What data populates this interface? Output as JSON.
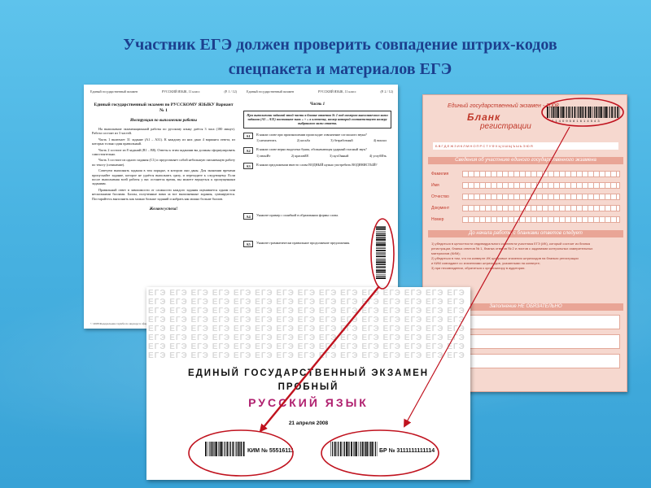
{
  "slide": {
    "title": "Участник ЕГЭ должен проверить совпадение штрих-кодов спецпакета и материалов  ЕГЭ"
  },
  "exam_document": {
    "header_left": [
      "Единый государственный экзамен",
      "РУССКИЙ ЯЗЫК, 11 класс",
      "(Р. 1 / 12)"
    ],
    "header_right": [
      "Единый государственный экзамен",
      "РУССКИЙ ЯЗЫК, 11 класс",
      "(Р. 2 / 12)"
    ],
    "title": "Единый государственный экзамен по РУССКОМУ ЯЗЫКУ Вариант № 1",
    "instructions_heading": "Инструкция по выполнению работы",
    "paragraphs": [
      "На выполнение экзаменационной работы по русскому языку даётся 3 часа (180 минут). Работа состоит из 3 частей.",
      "Часть 1 включает 31 задание (А1 – А31). К каждому из них дано 4 варианта ответа, из которых только один правильный.",
      "Часть 2 состоит из 8 заданий (В1 – В8). Ответы к этим заданиям вы должны сформулировать самостоятельно.",
      "Часть 3 состоит из одного задания (С1) и представляет собой небольшую письменную работу по тексту (сочинение).",
      "Советуем выполнять задания в том порядке, в котором они даны. Для экономии времени пропускайте задание, которое не удаётся выполнить сразу, и переходите к следующему. Если после выполнения всей работы у вас останется время, вы можете вернуться к пропущенным заданиям.",
      "Правильный ответ в зависимости от сложности каждого задания оценивается одним или несколькими баллами. Баллы, полученные вами за все выполненные задания, суммируются. Постарайтесь выполнить как можно больше заданий и набрать как можно больше баллов."
    ],
    "wish": "Желаем успеха!",
    "part_heading": "Часть 1",
    "part_instruction": "При выполнении заданий этой части в бланке ответов № 1 под номером выполняемого вами задания (А1 – А31) поставьте знак « × » в клеточку, номер которой соответствует номеру выбранного вами ответа.",
    "questions": [
      {
        "num": "А1",
        "text": "В каком слове при произношении происходит озвончение согласного звука?",
        "options": [
          "1) незаметить",
          "2) косьба",
          "3) безработный",
          "4) вокзал"
        ]
      },
      {
        "num": "А2",
        "text": "В каком слове верно выделена буква, обозначающая ударный гласный звук?",
        "options": [
          "1) звонИт",
          "2) красивЕЕ",
          "3) кухОнный",
          "4) углубИть"
        ]
      },
      {
        "num": "А3",
        "text": "В каком предложении вместо слова ВОДНЫЙ нужно употребить ВОДЯНИСТЫЙ?",
        "options": []
      },
      {
        "num": "А4",
        "text": "Укажите пример с ошибкой в образовании формы слова.",
        "options": []
      },
      {
        "num": "А5",
        "text": "Укажите грамматически правильное продолжение предложения.",
        "options": []
      }
    ],
    "footer": "© 2008 Федеральная служба по надзору в сфере образования и науки Российской Федерации"
  },
  "answer_blank": {
    "top_line": "Единый государственный экзамен - 2008",
    "title_line1": "Бланк",
    "title_line2": "регистрации",
    "barcode_number": "2 1 4 0 9 5 8 1 6 1 4 5 4 3",
    "sample_line": "Б В Г Д Е Ж З И К Л М Н О П Р С Т У Ф Х Ц Ч Ш Щ Ъ Ы Ь Э Ю Я",
    "section1": "Сведения об участнике единого государственного экзамена",
    "fields": [
      "Фамилия",
      "Имя",
      "Отчество",
      "Документ",
      "Номер"
    ],
    "section2": "До начала работы с бланками ответов следует",
    "text_lines": [
      "1) убедиться в целостности индивидуального комплекта участника ЕГЭ (ИК), который состоит из бланка",
      "регистрации, бланка ответов № 1, бланка ответов № 2 и листов с заданиями контрольных измерительных",
      "материалов (КИМ);",
      "2) убедиться в том, что на конверте ИК цифровые значения штрихкодов на бланках регистрации",
      "и КИМ совпадают со значениями штрихкодов, указанными на конверте;",
      "3) при несовпадении, обратиться к организатору в аудитории."
    ],
    "section3": "Заполнение НЕ ОБЯЗАТЕЛЬНО"
  },
  "cover_sheet": {
    "pattern_text": "ЕГЭ ЕГЭ ЕГЭ ЕГЭ ЕГЭ ЕГЭ ЕГЭ ЕГЭ ЕГЭ ЕГЭ ЕГЭ ЕГЭ ЕГЭ ЕГЭ ЕГЭ ЕГЭ ЕГЭ ЕГЭ ЕГЭ ЕГЭ ЕГЭ ЕГЭ ЕГЭ ЕГЭ ЕГЭ ЕГЭ ЕГЭ ЕГЭ ЕГЭ ЕГЭ ЕГЭ ЕГЭ ЕГЭ ЕГЭ ЕГЭ ЕГЭ ЕГЭ ЕГЭ ЕГЭ ЕГЭ ЕГЭ ЕГЭ ЕГЭ ЕГЭ ЕГЭ ЕГЭ ЕГЭ ЕГЭ ЕГЭ ЕГЭ ЕГЭ ЕГЭ ЕГЭ ЕГЭ ЕГЭ ЕГЭ ЕГЭ ЕГЭ ЕГЭ ЕГЭ ЕГЭ ЕГЭ ЕГЭ ЕГЭ ЕГЭ ЕГЭ ЕГЭ ЕГЭ ЕГЭ ЕГЭ ЕГЭ ЕГЭ ЕГЭ ЕГЭ ЕГЭ ЕГЭ ЕГЭ ЕГЭ ЕГЭ ЕГЭ ЕГЭ ЕГЭ ЕГЭ ЕГЭ ЕГЭ ЕГЭ ЕГЭ ЕГЭ ЕГЭ ЕГЭ ЕГЭ ЕГЭ ЕГЭ ЕГЭ ЕГЭ ЕГЭ ЕГЭ ЕГЭ ЕГЭ ЕГЭ ЕГЭ ЕГЭ ЕГЭ ЕГЭ ЕГЭ ЕГЭ ЕГЭ ЕГЭ ЕГЭ ЕГЭ ЕГЭ ЕГЭ ЕГЭ ЕГЭ ЕГЭ ЕГЭ ЕГЭ ЕГЭ ЕГЭ ЕГЭ ЕГЭ ЕГЭ ЕГЭ ЕГЭ ЕГЭ ЕГЭ ЕГЭ ЕГЭ ЕГЭ ЕГЭ ЕГЭ ЕГЭ ЕГЭ ЕГЭ ЕГЭ ЕГЭ ЕГЭ ЕГЭ ЕГЭ ЕГЭ ЕГЭ ЕГЭ ЕГЭ ЕГЭ ЕГЭ ЕГЭ ЕГЭ",
    "exam_line1": "ЕДИНЫЙ ГОСУДАРСТВЕННЫЙ ЭКЗАМЕН",
    "exam_line2": "ПРОБНЫЙ",
    "subject": "РУССКИЙ ЯЗЫК",
    "date": "21 апреля 2008",
    "kim_label": "КИМ № 55516111",
    "br_label": "БР № 3111111111114"
  },
  "colors": {
    "title": "#1c3f8e",
    "subject": "#b0206f",
    "highlight": "#c0121e",
    "blank_bg": "#f6d8cf"
  }
}
